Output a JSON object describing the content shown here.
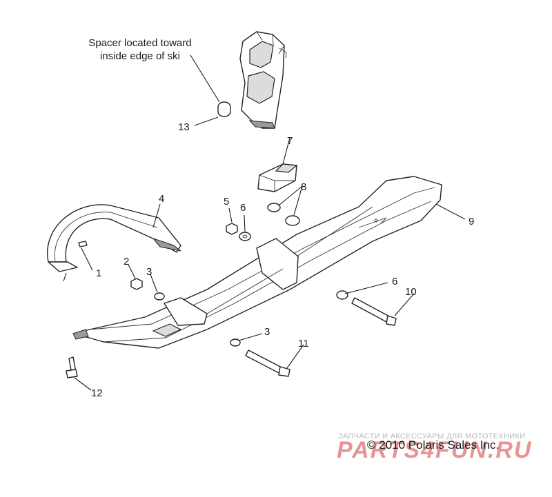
{
  "note": {
    "line1": "Spacer located toward",
    "line2": "inside edge of ski"
  },
  "callouts": [
    {
      "id": "c1",
      "label": "1"
    },
    {
      "id": "c2",
      "label": "2"
    },
    {
      "id": "c3a",
      "label": "3"
    },
    {
      "id": "c3b",
      "label": "3"
    },
    {
      "id": "c4",
      "label": "4"
    },
    {
      "id": "c5",
      "label": "5"
    },
    {
      "id": "c6a",
      "label": "6"
    },
    {
      "id": "c6b",
      "label": "6"
    },
    {
      "id": "c7",
      "label": "7"
    },
    {
      "id": "c8",
      "label": "8"
    },
    {
      "id": "c9",
      "label": "9"
    },
    {
      "id": "c10",
      "label": "10"
    },
    {
      "id": "c11",
      "label": "11"
    },
    {
      "id": "c12",
      "label": "12"
    },
    {
      "id": "c13",
      "label": "13"
    }
  ],
  "copyright": "© 2010 Polaris Sales Inc.",
  "watermark": {
    "small": "ЗАПЧАСТИ И АКСЕССУАРЫ ДЛЯ МОТОТЕХНИКИ",
    "big": "PARTS4FUN.RU"
  }
}
